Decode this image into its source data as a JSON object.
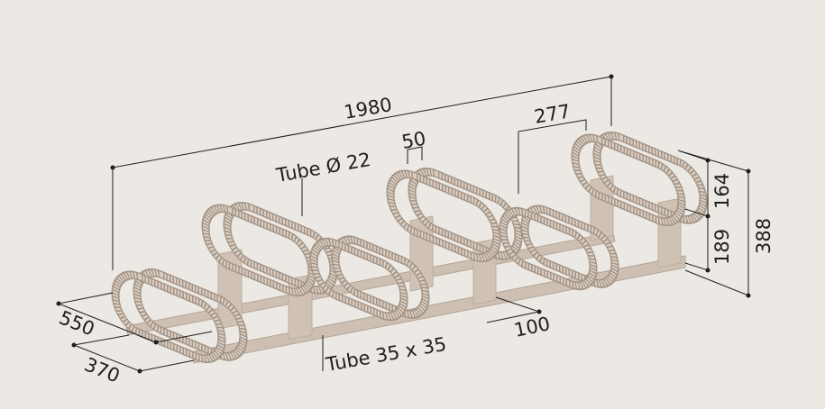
{
  "dimensions": {
    "total_length": "1980",
    "tube_spacing": "50",
    "loop_spacing": "277",
    "loop_height": "164",
    "lower_height": "189",
    "total_height": "388",
    "post_width": "100",
    "depth_outer": "550",
    "depth_inner": "370"
  },
  "annotations": {
    "loop_tube": "Tube Ø 22",
    "base_tube": "Tube 35 x 35"
  },
  "colors": {
    "background": "#ece9e4",
    "metal": "#cdbfb2",
    "line": "#1e1e1e"
  }
}
